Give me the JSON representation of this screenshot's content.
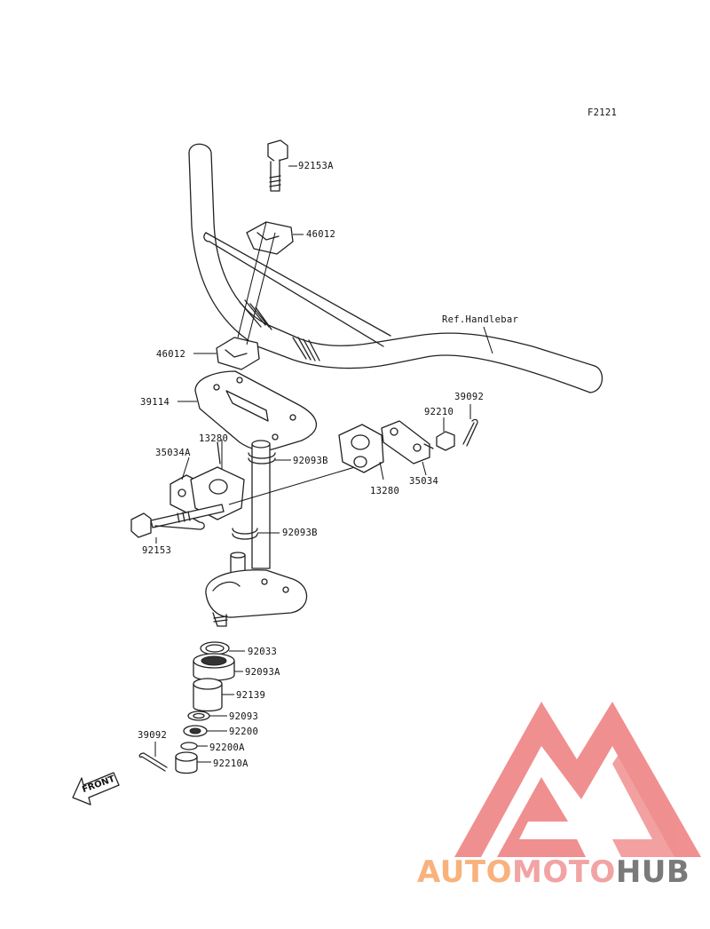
{
  "figure_code": "F2121",
  "ref_label": "Ref.Handlebar",
  "front_label": "FRONT",
  "watermark": {
    "part1": "AUTO",
    "part2": "MOTO",
    "part3": "HUB",
    "color1": "#f9b27c",
    "color2": "#f2a3a3",
    "color3": "#7a7a7a",
    "logo_color": "#f08a8a"
  },
  "parts": {
    "p92153A": "92153A",
    "p46012_top": "46012",
    "p46012_bottom": "46012",
    "p39114": "39114",
    "p13280_left": "13280",
    "p35034A": "35034A",
    "p92093B_upper": "92093B",
    "p92093B_lower": "92093B",
    "p92153": "92153",
    "p13280_right": "13280",
    "p35034": "35034",
    "p92210": "92210",
    "p39092_top": "39092",
    "p92033": "92033",
    "p92093A": "92093A",
    "p92139": "92139",
    "p92093": "92093",
    "p92200": "92200",
    "p92200A": "92200A",
    "p92210A": "92210A",
    "p39092_bottom": "39092"
  }
}
